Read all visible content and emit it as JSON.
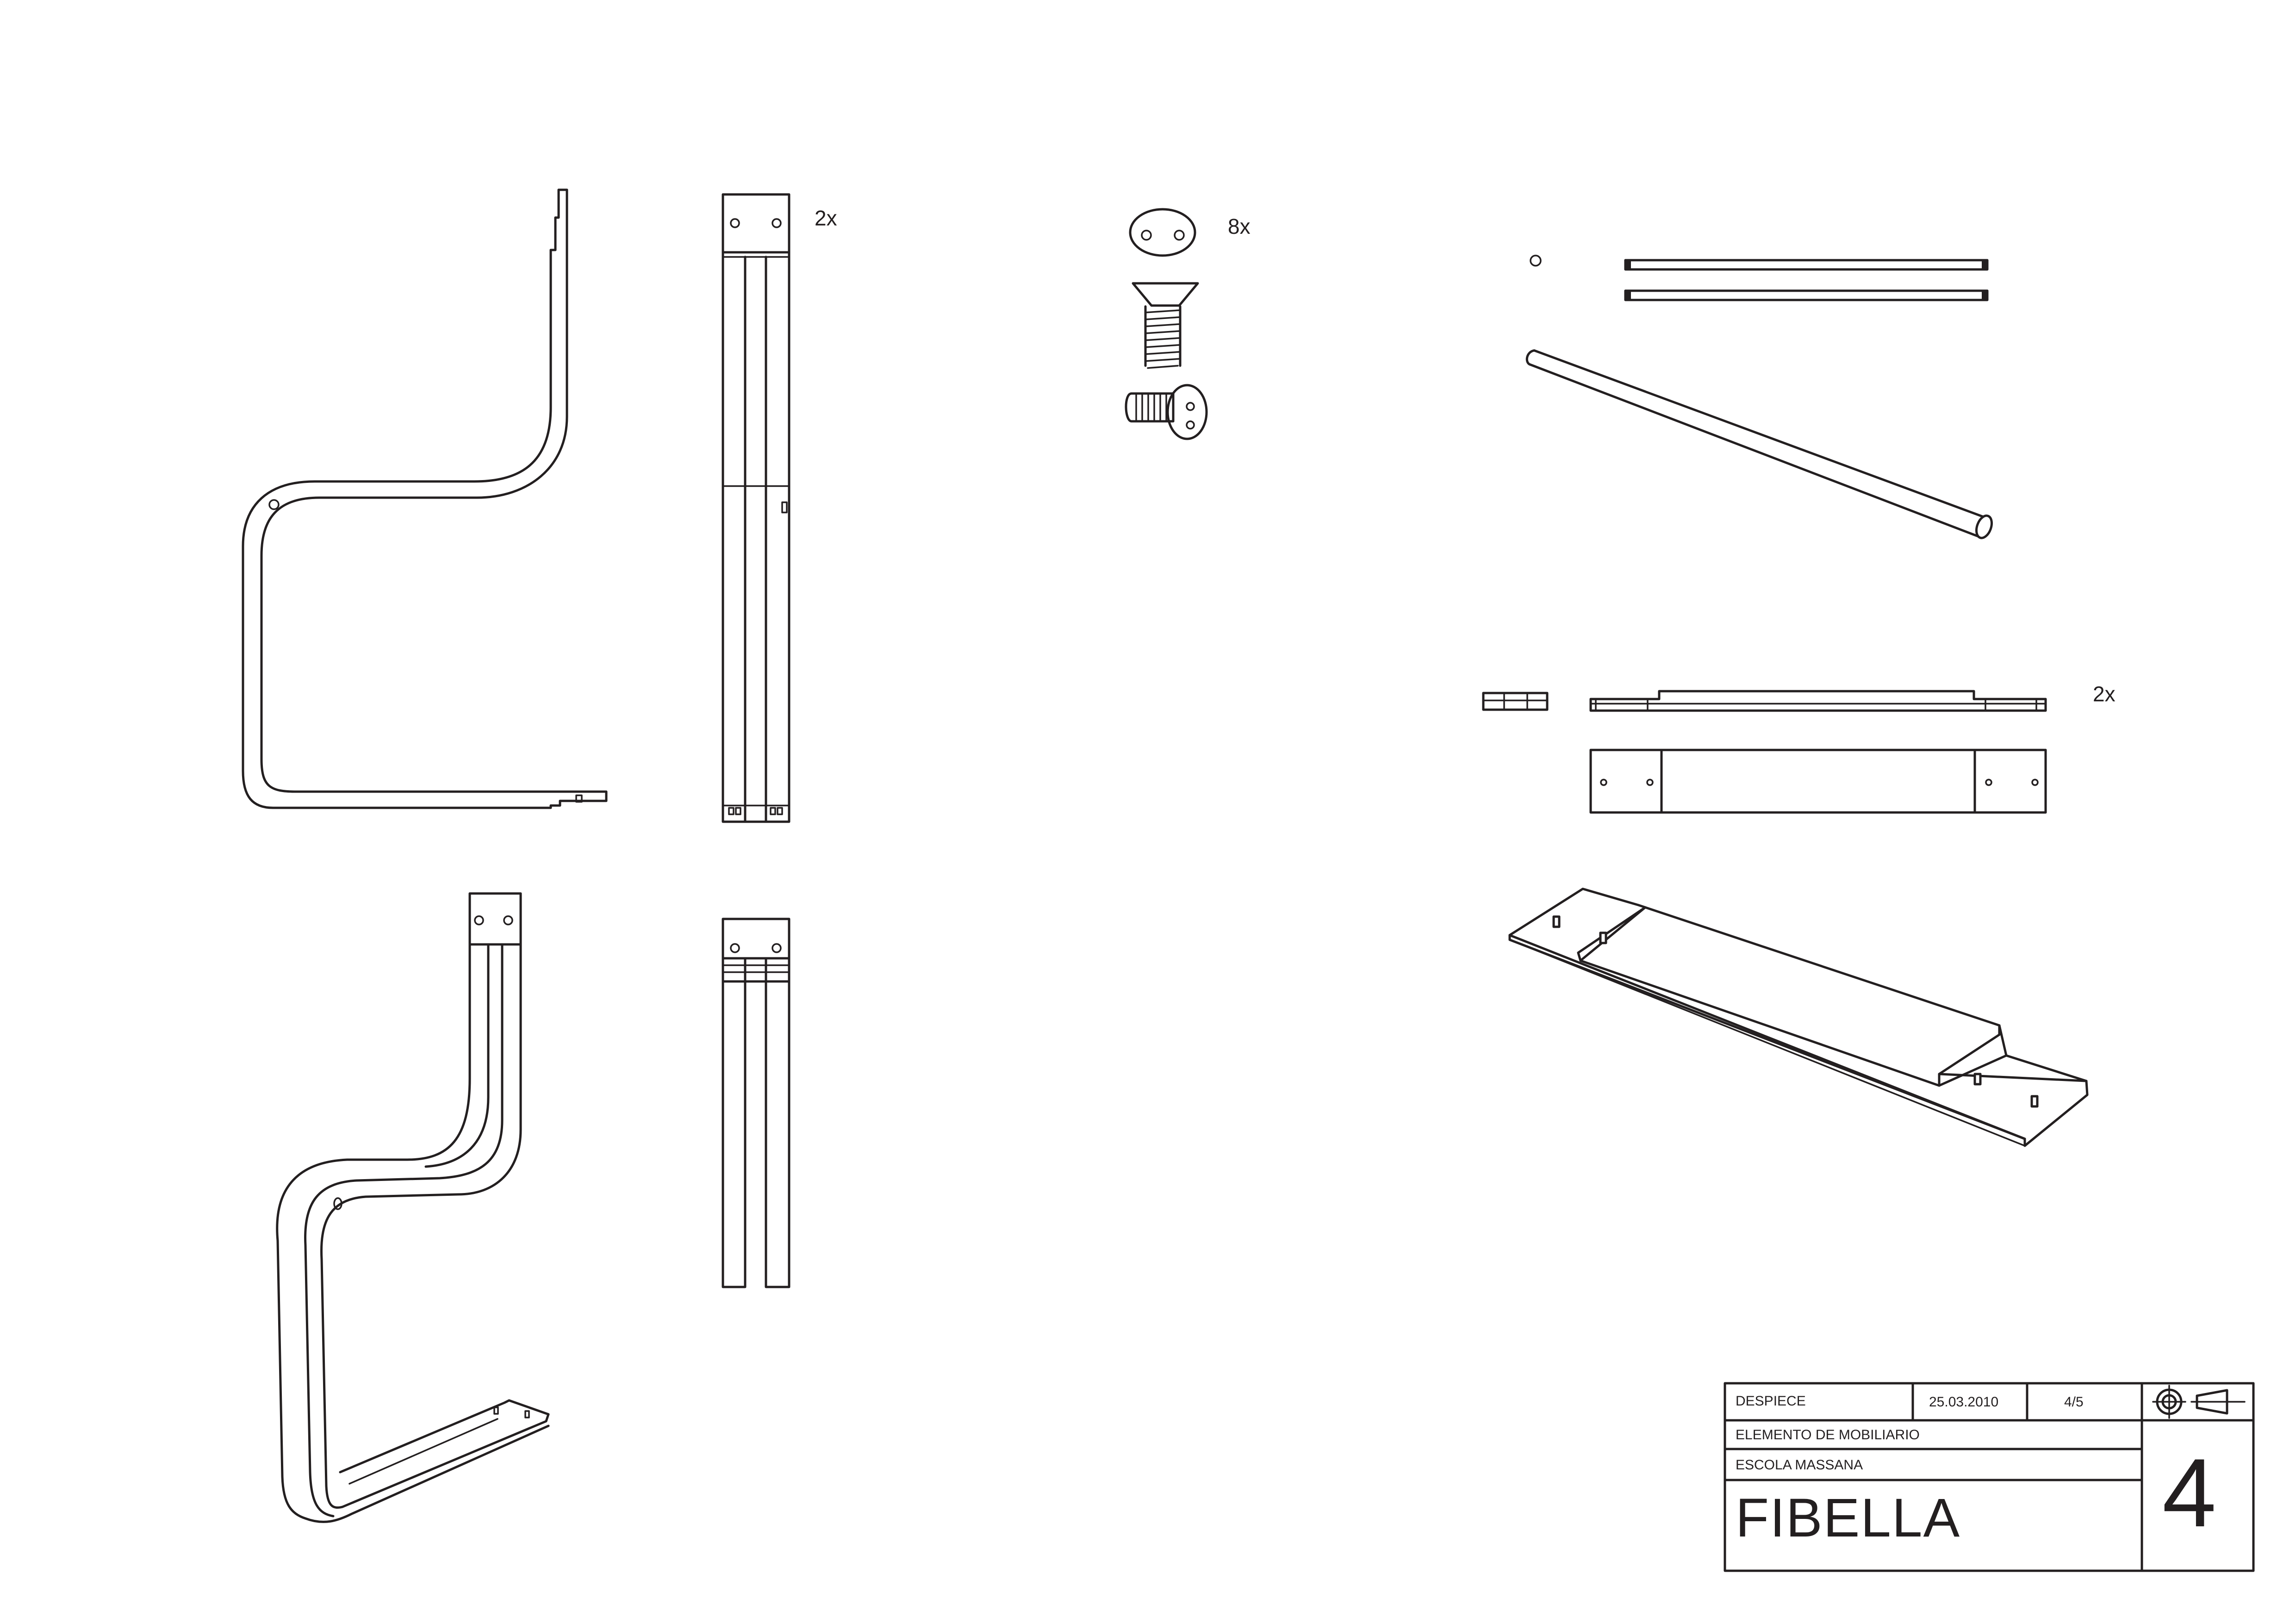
{
  "quantities": {
    "frame": "2x",
    "screws": "8x",
    "seat_board": "2x"
  },
  "title_block": {
    "type": "DESPIECE",
    "date": "25.03.2010",
    "page": "4/5",
    "subject": "ELEMENTO DE MOBILIARIO",
    "school": "ESCOLA MASSANA",
    "title": "FIBELLA",
    "sheet_number": "4",
    "projection_symbol": "first-angle-projection-icon"
  },
  "colors": {
    "line": "#231f20",
    "background": "#ffffff"
  }
}
